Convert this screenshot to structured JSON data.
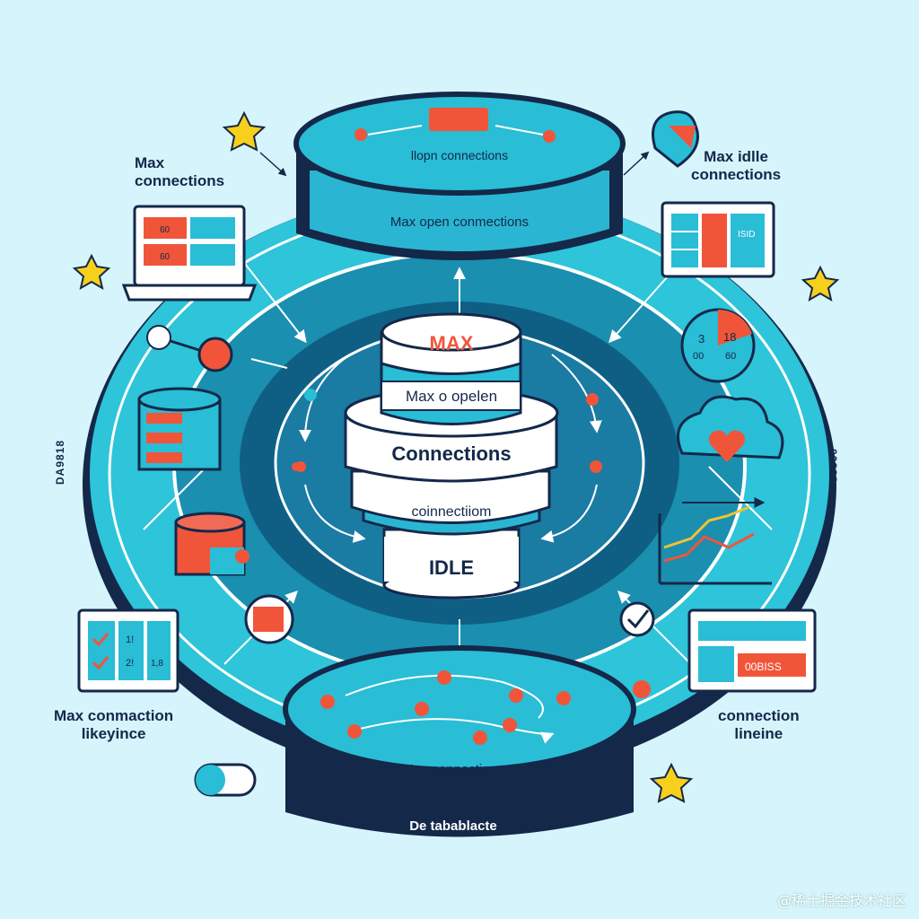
{
  "labels": {
    "top_left": [
      "Max",
      "connections"
    ],
    "top_right": [
      "Max idlle",
      "connections"
    ],
    "bottom_left": [
      "Max conmaction",
      "likeyince"
    ],
    "bottom_right": [
      "connection",
      "lineine"
    ],
    "side_left": "DA9818",
    "side_right": "00308"
  },
  "top_platform": {
    "upper_text": "llopn connections",
    "front_text": "Max open conmections"
  },
  "bottom_platform": {
    "top_text": "Max connections",
    "front_text": "De tabablacte"
  },
  "center_stack": {
    "layer1": "MAX",
    "layer2": "Max o opelen",
    "layer3": "Connections",
    "layer4": "coinnectiiom",
    "layer5": "IDLE"
  },
  "widgets": {
    "laptop_rows": [
      "60",
      "60"
    ],
    "panel_top_right": "ISID",
    "pie_values": [
      "3",
      "18",
      "00",
      "60"
    ],
    "checklist": [
      "1!",
      "2!",
      "1,8"
    ],
    "bottom_right_panel": "00BISS"
  },
  "colors": {
    "background": "#d6f4fb",
    "ring_light": "#2ec4d9",
    "ring_dark": "#1a8fb0",
    "navy": "#14284a",
    "accent": "#f0553a",
    "cyan": "#29bdd6"
  },
  "watermark": "@稀土掘金技术社区"
}
